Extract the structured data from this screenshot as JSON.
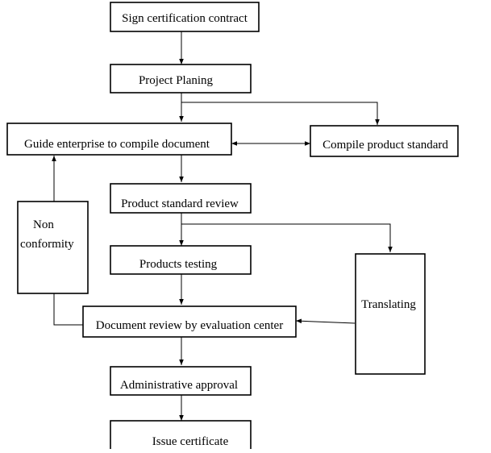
{
  "nodes": {
    "sign_contract": "Sign certification contract",
    "project_planing": "Project Planing",
    "guide_enterprise": "Guide enterprise to compile document",
    "compile_standard": "Compile product standard",
    "standard_review": "Product standard review",
    "products_testing": "Products testing",
    "document_review": "Document review by evaluation center",
    "administrative_approval": "Administrative approval",
    "issue_certificate": "Issue certificate",
    "non_conformity_line1": "Non",
    "non_conformity_line2": "conformity",
    "translating": "Translating"
  },
  "colors": {
    "stroke": "#000000",
    "fill": "#ffffff"
  }
}
